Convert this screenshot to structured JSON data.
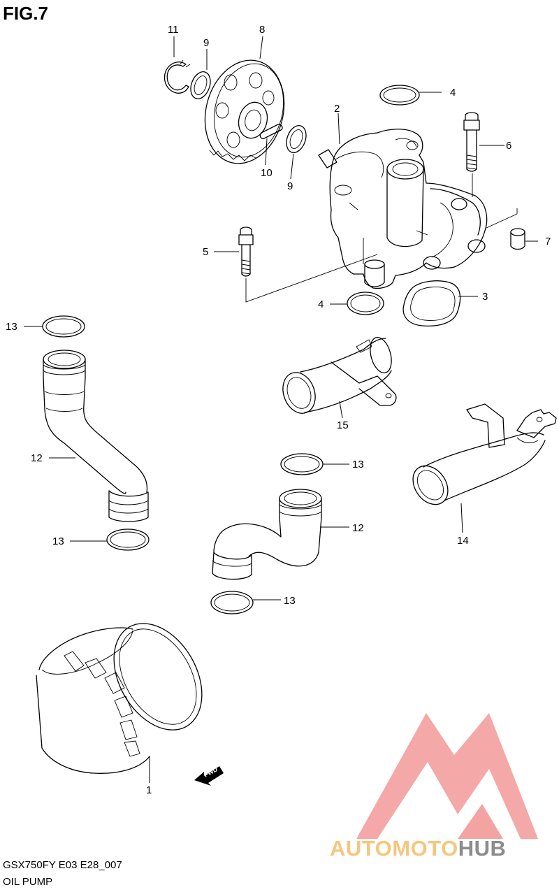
{
  "figure": {
    "title": "FIG.7",
    "model_code": "GSX750FY E03 E28_007",
    "section_name": "OIL PUMP"
  },
  "callouts": {
    "c1": "1",
    "c2": "2",
    "c3": "3",
    "c4a": "4",
    "c4b": "4",
    "c5": "5",
    "c6": "6",
    "c7": "7",
    "c8": "8",
    "c9a": "9",
    "c9b": "9",
    "c10": "10",
    "c11": "11",
    "c12a": "12",
    "c12b": "12",
    "c13a": "13",
    "c13b": "13",
    "c13c": "13",
    "c13d": "13",
    "c14": "14",
    "c15": "15"
  },
  "direction_marker": "FWD",
  "watermark": {
    "part1": "AUTOMOTO",
    "part2": "HUB",
    "colors": {
      "logo": "#f4a3a3",
      "text_light": "#f5c77e",
      "text_accent": "#f08c8c",
      "text_dark": "#8c8c8c"
    }
  }
}
